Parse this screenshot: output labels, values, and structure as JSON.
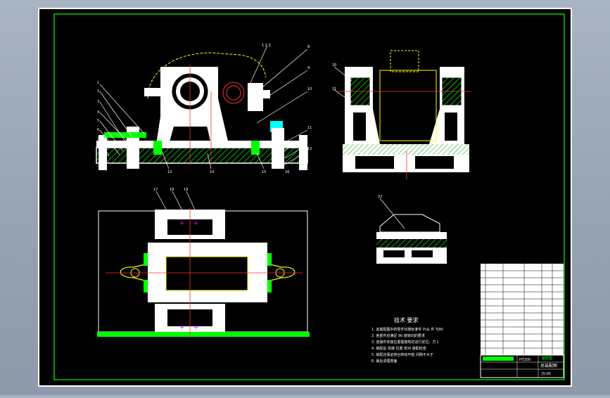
{
  "drawing": {
    "tech_requirements": {
      "title": "技术 要求",
      "lines": [
        "1. 此装配图中的零件均按标准件 Pc& 件 TJ90",
        "2. 各部件应满足 90 度转向的要求",
        "3. 连接件安装位置需按规定进行定位，方 L",
        "4. 装配后 焊接 位置 校对 装配检查",
        "5. 装配应保证转台转动平稳 间隙不大于",
        "6. 最后清理表面"
      ]
    },
    "title_block": {
      "material": "HT200",
      "drawing_name": "总装配图",
      "drawing_number": "JS-00",
      "company": "装配图"
    },
    "part_leaders": {
      "front_view_top": "1 2 3",
      "left_labels": [
        "1",
        "2",
        "3",
        "4",
        "5",
        "6",
        "7"
      ],
      "right_labels": [
        "8",
        "9",
        "10",
        "11",
        "12"
      ],
      "bottom_labels": [
        "13",
        "14",
        "15",
        "16"
      ],
      "top_view_labels": [
        "17",
        "18",
        "19"
      ],
      "side_view_labels": [
        "20",
        "21"
      ],
      "detail_label": "22"
    }
  },
  "colors": {
    "sheet_bg": "#000000",
    "frame": "#ffffff",
    "border_inner": "#00ff00",
    "part_fill": "#ffffff",
    "leader": "#ffffff",
    "centerline": "#ff3030",
    "hatch": "#00ff00",
    "yellow_outline": "#ffff00",
    "cyan_part": "#00ffff",
    "magenta_mark": "#ff00ff",
    "green_base": "#00ff00"
  }
}
